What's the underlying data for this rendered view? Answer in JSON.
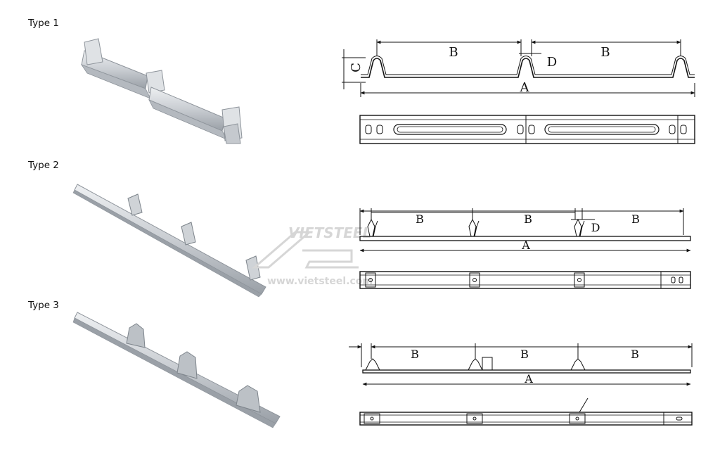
{
  "types": [
    {
      "label": "Type 1"
    },
    {
      "label": "Type 2"
    },
    {
      "label": "Type 3"
    }
  ],
  "dimensions": {
    "type1": {
      "a": "A",
      "b1": "B",
      "b2": "B",
      "c": "C",
      "d": "D"
    },
    "type2": {
      "a": "A",
      "b1": "B",
      "b2": "B",
      "b3": "B",
      "d": "D"
    },
    "type3": {
      "a": "A",
      "b1": "B",
      "b2": "B",
      "b3": "B"
    }
  },
  "watermark": {
    "brand": "VIETSTEEL",
    "url": "www.vietsteel.com"
  },
  "colors": {
    "line": "#111111",
    "metal": "#c9cdd2",
    "metal_dark": "#8e949b",
    "watermark": "#d6d6d6"
  }
}
